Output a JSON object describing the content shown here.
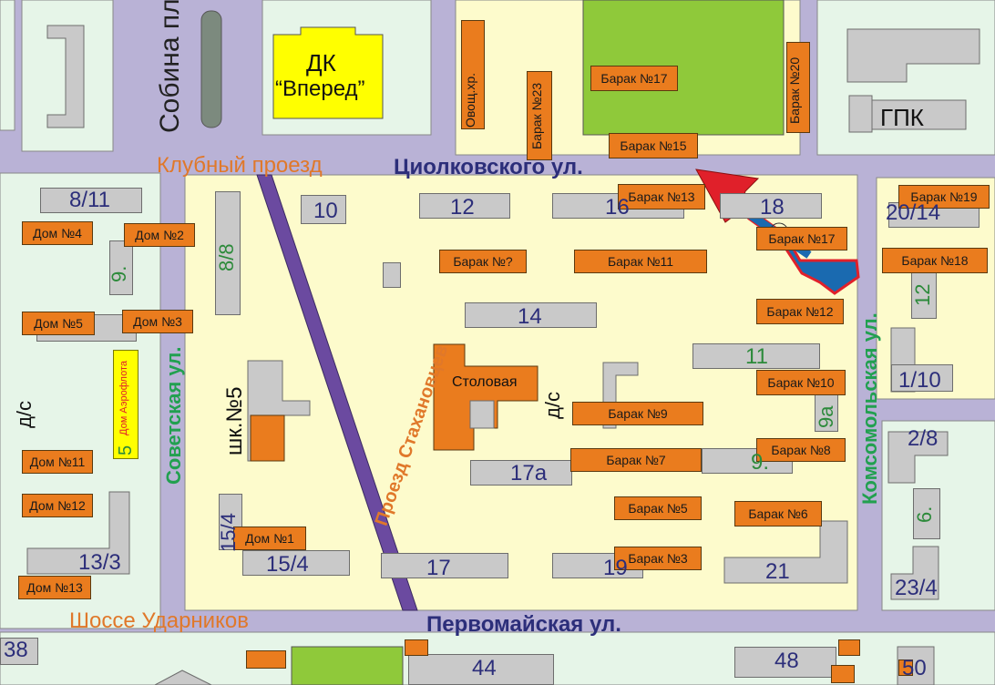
{
  "colors": {
    "road": "#b9b2d6",
    "block": "#fdfbcc",
    "block_light": "#e6f5e8",
    "park": "#8fc93a",
    "barrack": "#ea7c1e",
    "building": "#c9c9c9",
    "dk": "#ffff00",
    "street_orange": "#e0782a",
    "street_blue": "#2c2e7a",
    "street_green": "#22a050",
    "arrow_blue": "#1a6ab0",
    "arrow_red": "#e0202a"
  },
  "streets": {
    "sobina": "Собина пл.",
    "klubny": "Клубный проезд",
    "tsiolkovskogo": "Циолковского ул.",
    "sovetskaya": "Советская ул.",
    "stakhanovtsev": "Проезд Стахановцев",
    "komsomolskaya": "Комсомольская ул.",
    "udarnikov": "Шоссе Ударников",
    "pervomayskaya": "Первомайская ул."
  },
  "landmarks": {
    "dk_line1": "ДК",
    "dk_line2": "“Вперед”",
    "gpk": "ГПК",
    "ovosch": "Овощ.хр.",
    "stolovaya": "Столовая",
    "ds_left": "д/с",
    "ds_mid": "д/с",
    "school": "шк.№5",
    "aeroflot": "Дом Аэрофлота",
    "aeroflot_num": "5"
  },
  "barracks": {
    "b17top": "Барак №17",
    "b20": "Барак №20",
    "b23": "Барак №23",
    "b15": "Барак №15",
    "b13": "Барак №13",
    "b19": "Барак №19",
    "b17r": "Барак №17",
    "b18": "Барак №18",
    "bq": "Барак №?",
    "b11": "Барак №11",
    "b12": "Барак №12",
    "b10": "Барак №10",
    "b9": "Барак №9",
    "b8": "Барак №8",
    "b7": "Барак №7",
    "b5": "Барак №5",
    "b6": "Барак №6",
    "b3": "Барак №3"
  },
  "houses": {
    "d4": "Дом №4",
    "d2": "Дом №2",
    "d5": "Дом №5",
    "d3": "Дом №3",
    "d11": "Дом №11",
    "d12": "Дом №12",
    "d13": "Дом №13",
    "d1": "Дом №1"
  },
  "numbers": {
    "n8_11": "8/11",
    "n9": "9.",
    "n13_3": "13/3",
    "n8_8": "8/8",
    "n15_4a": "15/4",
    "n15_4b": "15/4",
    "n10": "10",
    "n12": "12",
    "n16": "16",
    "n18": "18",
    "n14": "14",
    "n11": "11",
    "n9a": "9а",
    "n9b": "9.",
    "n17a": "17а",
    "n17": "17",
    "n19": "19",
    "n21": "21",
    "n20_14": "20/14",
    "n12r": "12",
    "n1_10": "1/10",
    "n2_8": "2/8",
    "n6": "6.",
    "n23_4": "23/4",
    "n38": "38",
    "n44": "44",
    "n48": "48",
    "n50": "50"
  }
}
